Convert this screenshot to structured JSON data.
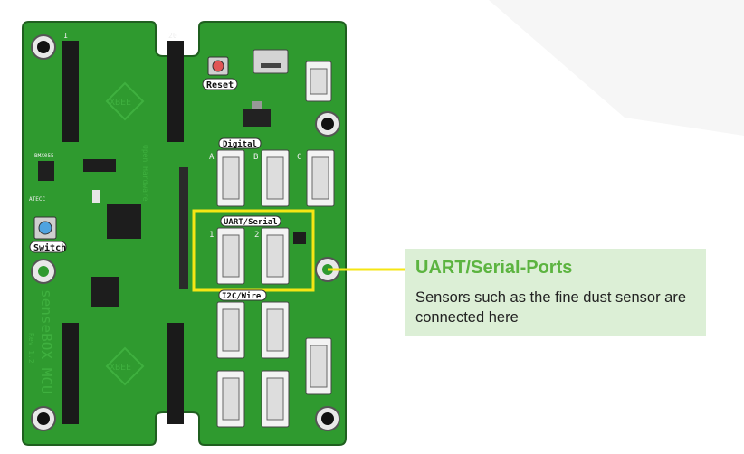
{
  "board": {
    "name_label": "senseBOX MCU",
    "rev_label": "Rev 1.2",
    "reset_label": "Reset",
    "switch_label": "Switch",
    "digital_label": "Digital",
    "uart_label": "UART/Serial",
    "i2c_label": "I2C/Wire",
    "xbee_label": "XBEE",
    "open_hardware_label": "Open Hardware",
    "bmx055_label": "BMX055",
    "atecc_label": "ATECC",
    "port_a": "A",
    "port_b": "B",
    "port_c": "C",
    "port_1": "1",
    "port_2": "2",
    "pin_1": "1",
    "pin_20": "20"
  },
  "callout": {
    "title": "UART/Serial-Ports",
    "text": "Sensors such as the fine dust sensor are connected here"
  },
  "colors": {
    "pcb": "#2f9a2f",
    "pcb_outline": "#1f5f1f",
    "highlight": "#f5e614",
    "callout_bg": "#dcefd6",
    "callout_title": "#5cb440"
  }
}
